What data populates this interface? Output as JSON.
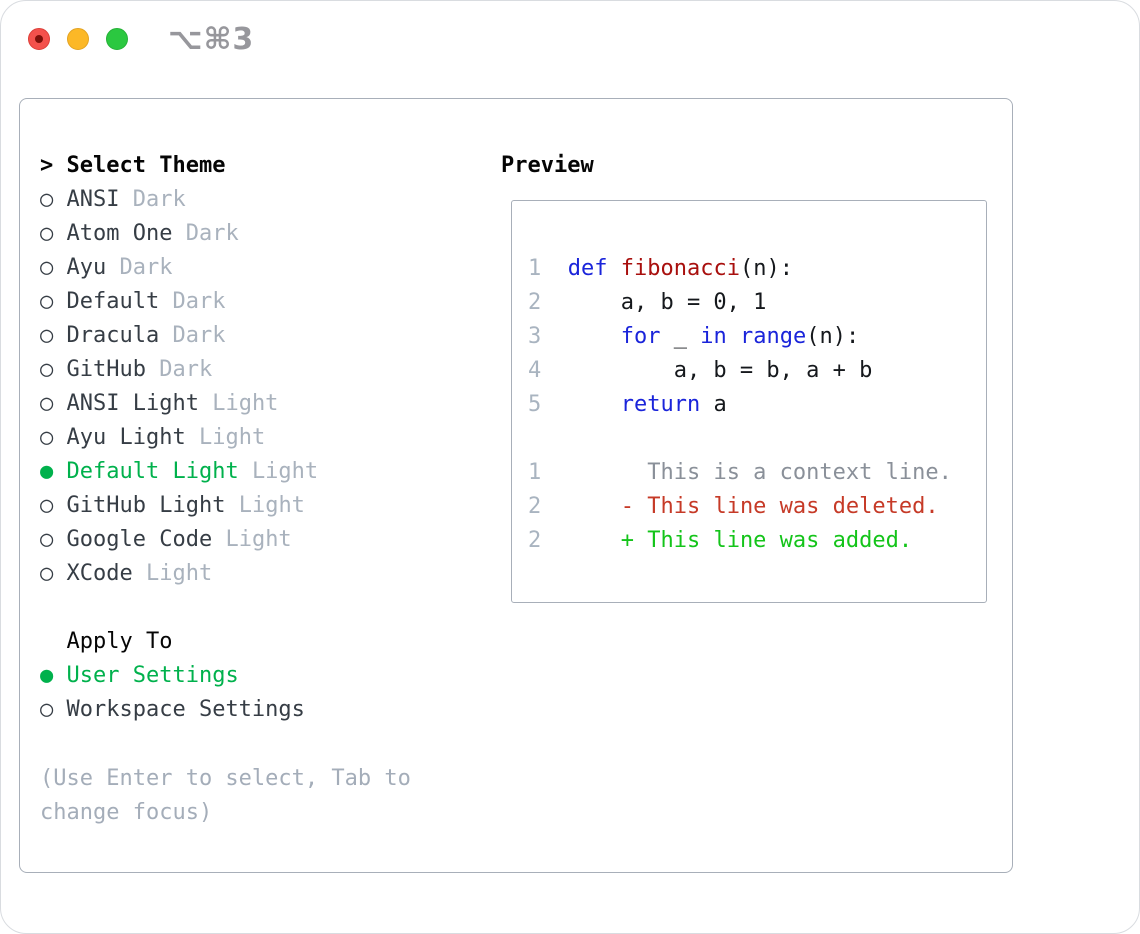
{
  "window": {
    "title": "⌥⌘3"
  },
  "traffic_lights": [
    {
      "name": "close-button",
      "color": "#f4514c"
    },
    {
      "name": "minimize-button",
      "color": "#fcb827"
    },
    {
      "name": "zoom-button",
      "color": "#2bc840"
    }
  ],
  "colors": {
    "selection_green": "#00b14c",
    "diff_added_green": "#14c41a",
    "diff_deleted_red": "#c63a27",
    "keyword_blue": "#1a24da",
    "function_red": "#a80f0d",
    "muted_gray": "#a9b2bd",
    "line_number_gray": "#a9b4c0",
    "context_gray": "#8a9099",
    "panel_border": "#a8afb9"
  },
  "theme_list": {
    "pointer": ">",
    "header": "Select Theme",
    "items": [
      {
        "name": "ANSI",
        "variant": "Dark",
        "selected": false
      },
      {
        "name": "Atom One",
        "variant": "Dark",
        "selected": false
      },
      {
        "name": "Ayu",
        "variant": "Dark",
        "selected": false
      },
      {
        "name": "Default",
        "variant": "Dark",
        "selected": false
      },
      {
        "name": "Dracula",
        "variant": "Dark",
        "selected": false
      },
      {
        "name": "GitHub",
        "variant": "Dark",
        "selected": false
      },
      {
        "name": "ANSI Light",
        "variant": "Light",
        "selected": false
      },
      {
        "name": "Ayu Light",
        "variant": "Light",
        "selected": false
      },
      {
        "name": "Default Light",
        "variant": "Light",
        "selected": true
      },
      {
        "name": "GitHub Light",
        "variant": "Light",
        "selected": false
      },
      {
        "name": "Google Code",
        "variant": "Light",
        "selected": false
      },
      {
        "name": "XCode",
        "variant": "Light",
        "selected": false
      }
    ]
  },
  "apply_to": {
    "header": "Apply To",
    "options": [
      {
        "label": "User Settings",
        "selected": true
      },
      {
        "label": "Workspace Settings",
        "selected": false
      }
    ]
  },
  "help_text": "(Use Enter to select, Tab to change focus)",
  "preview": {
    "header": "Preview",
    "lines": [
      {
        "segs": [
          [
            "1",
            "ln"
          ],
          [
            "  ",
            "plain"
          ],
          [
            "def",
            "kw"
          ],
          [
            " ",
            "plain"
          ],
          [
            "fibonacci",
            "fn"
          ],
          [
            "(n):",
            "plain"
          ]
        ]
      },
      {
        "segs": [
          [
            "2",
            "ln"
          ],
          [
            "      a, b = 0, 1",
            "plain"
          ]
        ]
      },
      {
        "segs": [
          [
            "3",
            "ln"
          ],
          [
            "      ",
            "plain"
          ],
          [
            "for",
            "kw"
          ],
          [
            " _ ",
            "plain"
          ],
          [
            "in",
            "kw"
          ],
          [
            " ",
            "plain"
          ],
          [
            "range",
            "kw"
          ],
          [
            "(n):",
            "plain"
          ]
        ]
      },
      {
        "segs": [
          [
            "4",
            "ln"
          ],
          [
            "          a, b = b, a + b",
            "plain"
          ]
        ]
      },
      {
        "segs": [
          [
            "5",
            "ln"
          ],
          [
            "      ",
            "plain"
          ],
          [
            "return",
            "kw"
          ],
          [
            " a",
            "plain"
          ]
        ]
      },
      {
        "segs": []
      },
      {
        "segs": [
          [
            "1",
            "ln"
          ],
          [
            "        ",
            "plain"
          ],
          [
            "This is a context line.",
            "ctx"
          ]
        ]
      },
      {
        "segs": [
          [
            "2",
            "ln"
          ],
          [
            "      ",
            "plain"
          ],
          [
            "- This line was deleted.",
            "del"
          ]
        ]
      },
      {
        "segs": [
          [
            "2",
            "ln"
          ],
          [
            "      ",
            "plain"
          ],
          [
            "+ This line was added.",
            "add"
          ]
        ]
      }
    ]
  }
}
